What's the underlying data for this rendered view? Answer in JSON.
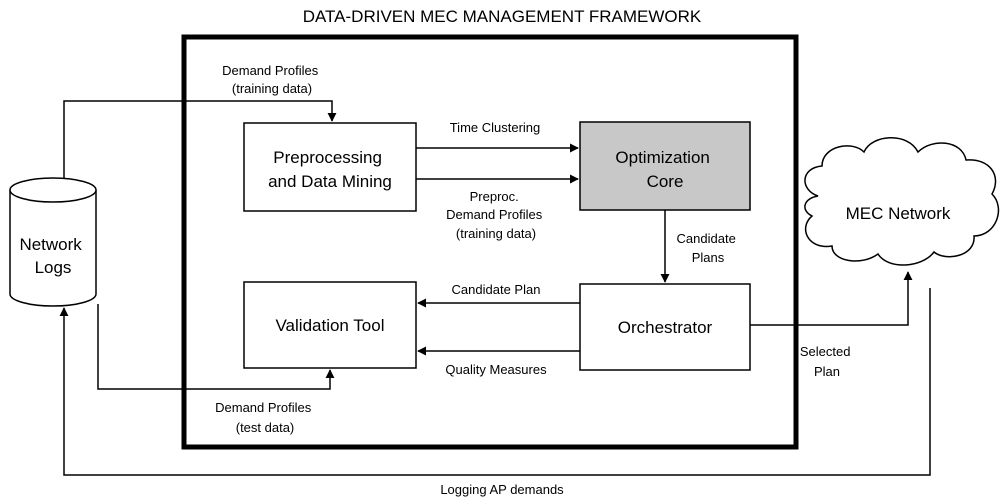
{
  "title": "DATA-DRIVEN MEC MANAGEMENT FRAMEWORK",
  "nodes": {
    "network_logs": [
      "Network",
      "Logs"
    ],
    "preprocessing": [
      "Preprocessing",
      "and Data Mining"
    ],
    "optimization_core": [
      "Optimization",
      "Core"
    ],
    "validation_tool": [
      "Validation Tool"
    ],
    "orchestrator": [
      "Orchestrator"
    ],
    "mec_network": [
      "MEC Network"
    ]
  },
  "edge_labels": {
    "demand_training": [
      "Demand Profiles",
      "(training data)"
    ],
    "time_clustering": [
      "Time Clustering"
    ],
    "preproc_profiles": [
      "Preproc.",
      "Demand Profiles",
      "(training data)"
    ],
    "candidate_plans": [
      "Candidate",
      "Plans"
    ],
    "candidate_plan": [
      "Candidate Plan"
    ],
    "quality_measures": [
      "Quality Measures"
    ],
    "demand_test": [
      "Demand Profiles",
      "(test data)"
    ],
    "selected_plan": [
      "Selected",
      "Plan"
    ],
    "logging_ap": [
      "Logging AP demands"
    ]
  },
  "colors": {
    "line": "#000000",
    "optimization_fill": "#c8c8c8",
    "box_fill": "#ffffff"
  }
}
